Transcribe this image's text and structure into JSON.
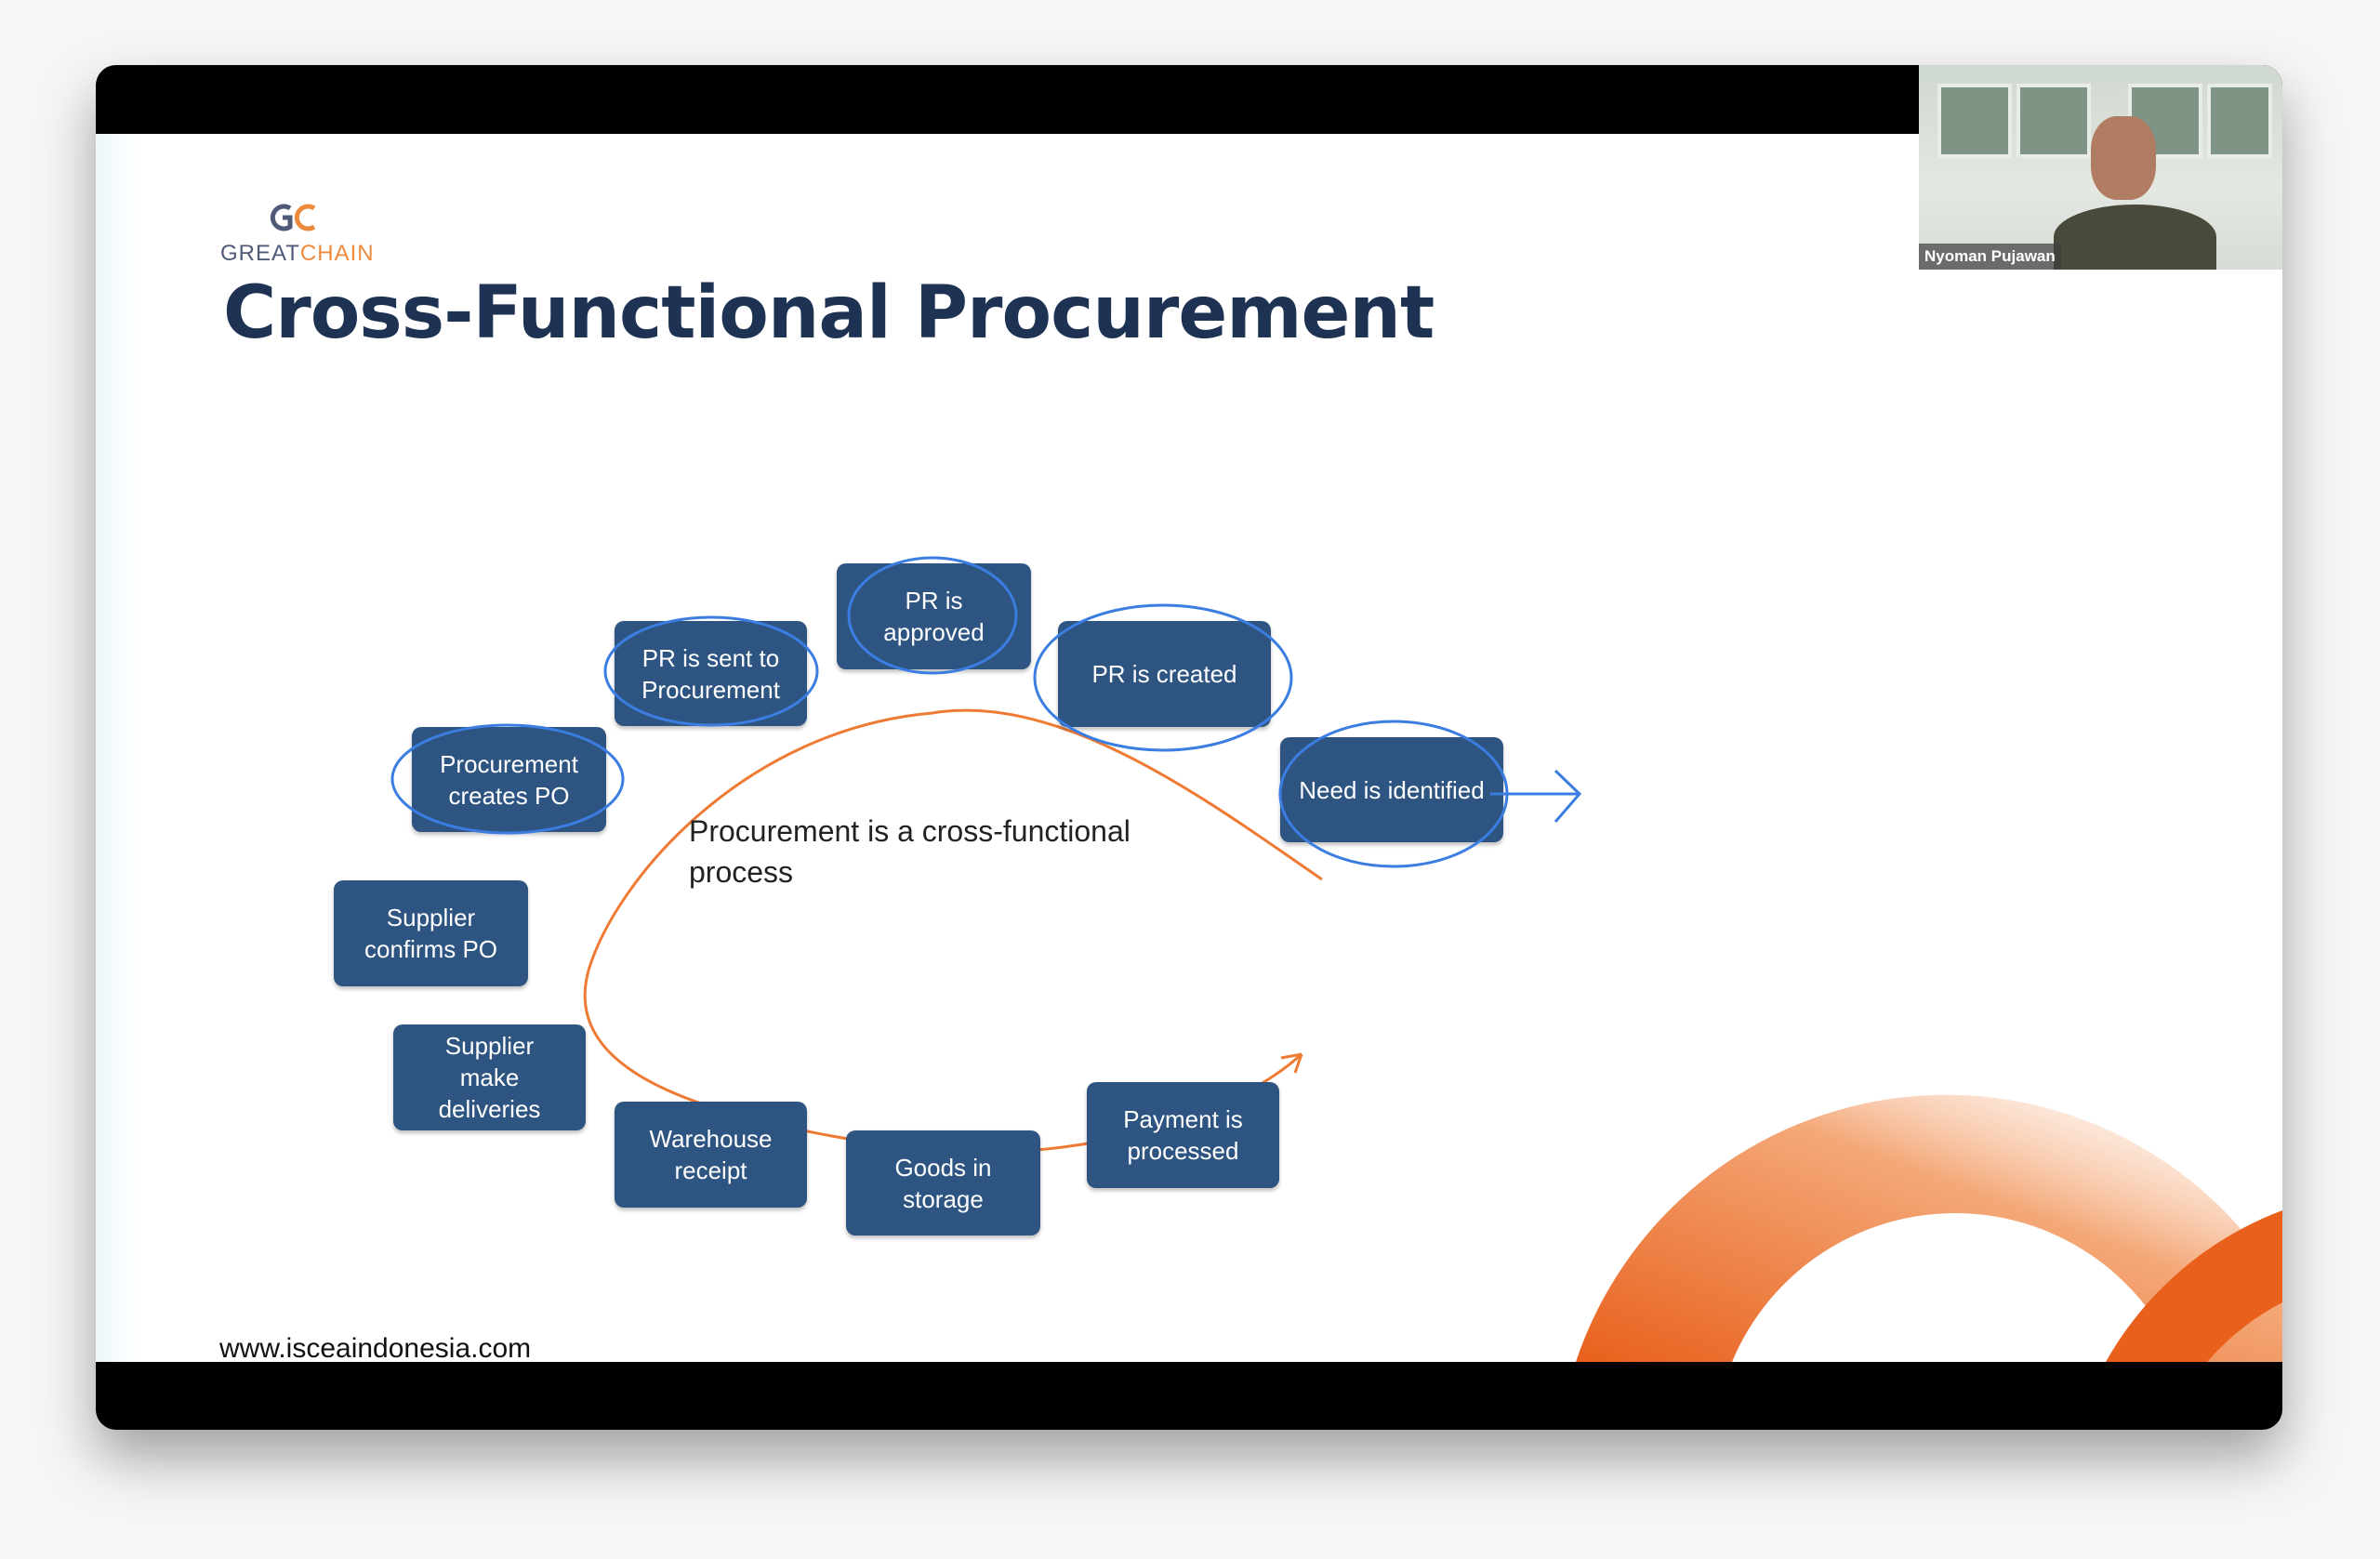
{
  "slide": {
    "logo": {
      "text_part1": "GREAT",
      "text_part2": "CHAIN"
    },
    "title": "Cross-Functional Procurement",
    "steps": [
      "Need is identified",
      "PR is created",
      "PR is approved",
      "PR is sent to Procurement",
      "Procurement creates PO",
      "Supplier confirms PO",
      "Supplier make deliveries",
      "Warehouse receipt",
      "Goods in storage",
      "Payment is processed"
    ],
    "center_text": "Procurement is a cross-functional process",
    "footer_url": "www.isceaindonesia.com",
    "colors": {
      "box": "#2e5582",
      "title": "#1e3354",
      "accent": "#ee7a33",
      "annotation": "#3b7de0"
    }
  },
  "video": {
    "participant_name": "Nyoman Pujawan"
  }
}
